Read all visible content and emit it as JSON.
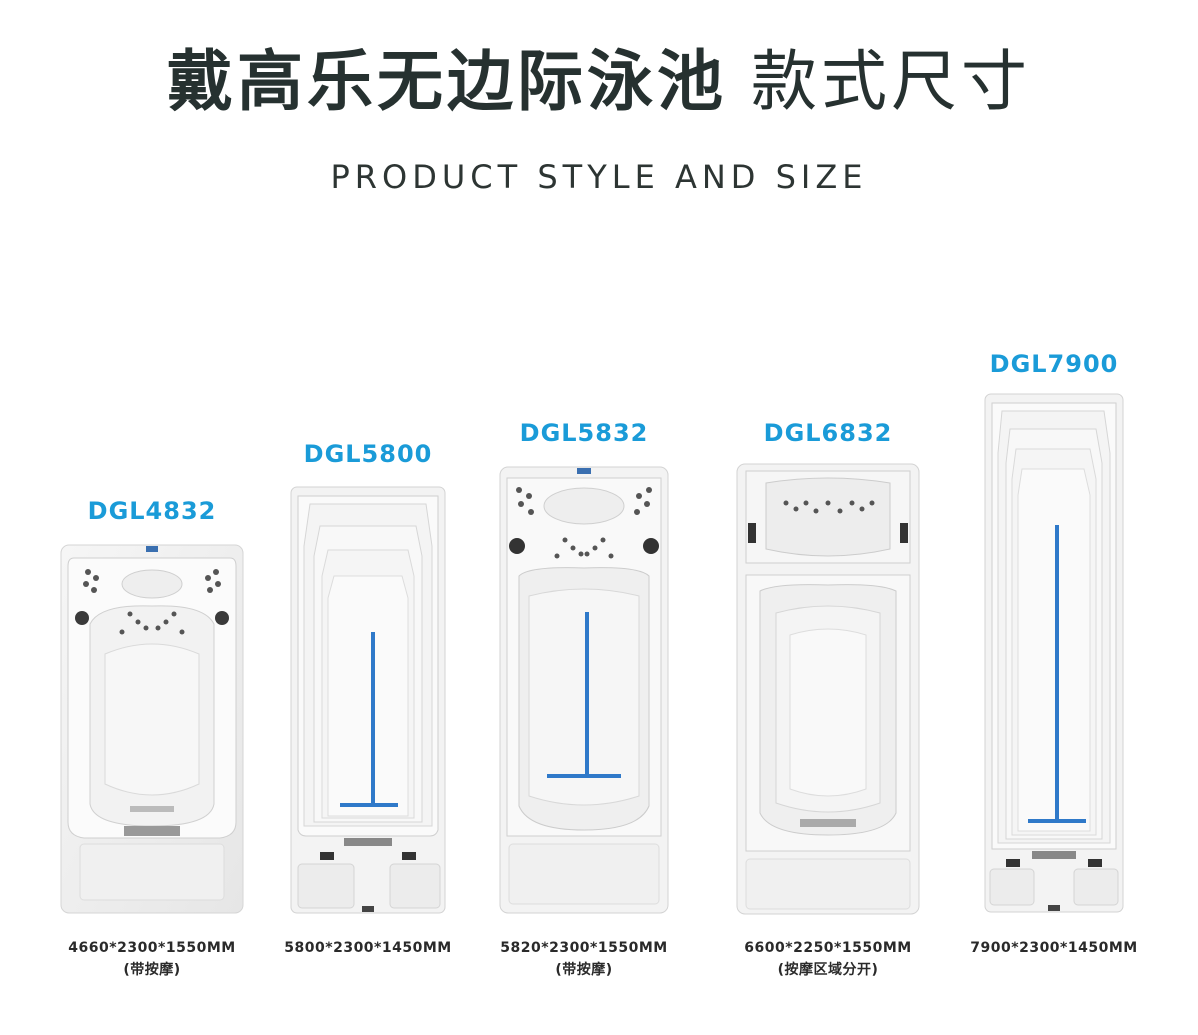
{
  "title": {
    "bold": "戴高乐无边际泳池",
    "light": "款式尺寸"
  },
  "subtitle": "PRODUCT STYLE AND SIZE",
  "products": [
    {
      "code": "DGL4832",
      "size": "4660*2300*1550MM",
      "note": "(带按摩)"
    },
    {
      "code": "DGL5800",
      "size": "5800*2300*1450MM",
      "note": ""
    },
    {
      "code": "DGL5832",
      "size": "5820*2300*1550MM",
      "note": "(带按摩)"
    },
    {
      "code": "DGL6832",
      "size": "6600*2250*1550MM",
      "note": "(按摩区域分开)"
    },
    {
      "code": "DGL7900",
      "size": "7900*2300*1450MM",
      "note": ""
    }
  ],
  "colors": {
    "code": "#1a9bd8",
    "title": "#263130",
    "stripe": "#2f79c9"
  }
}
